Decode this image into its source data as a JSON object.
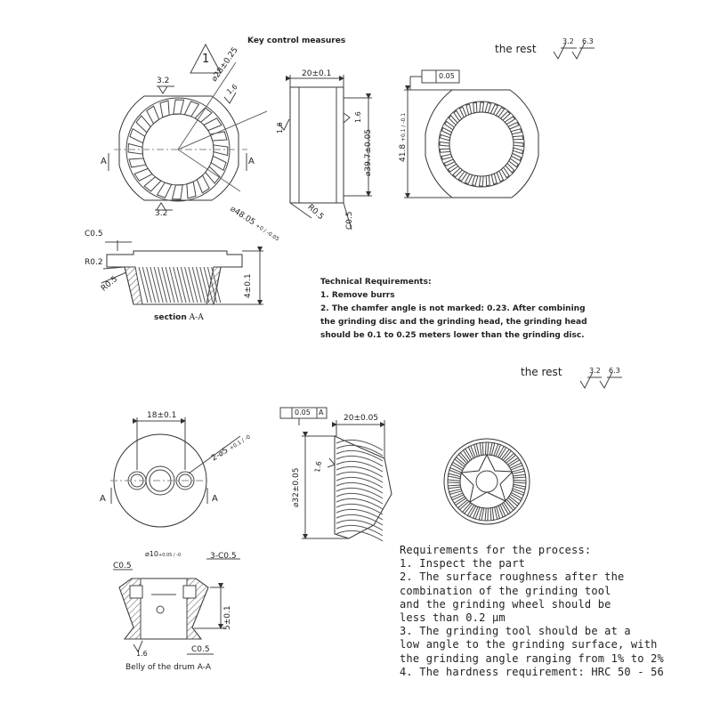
{
  "top": {
    "key_control_measures": "Key control measures",
    "triangle_mark": "1",
    "rest_label": "the rest",
    "rest_roughness_a": "3.2",
    "rest_roughness_b": "6.3",
    "dims": {
      "dia28": "⌀28±0.25",
      "r16a": "1.6",
      "r32top": "3.2",
      "r32bottom": "3.2",
      "sectionA_left": "A",
      "sectionA_right": "A",
      "dia48": "⌀48.05",
      "dia48_tol": "+0 / -0.05",
      "w20": "20±0.1",
      "r16side": "1.6",
      "r16right": "1.6",
      "dia397": "⌀39.7±0.05",
      "r05": "R0.5",
      "c05v": "C0.5",
      "flatness": "0.05",
      "h418": "41.8",
      "h418_tol": "+0.1 / -0.1"
    },
    "section": {
      "c05": "C0.5",
      "r02": "R0.2",
      "r05": "R0.5",
      "h4": "4±0.1",
      "label_prefix": "section",
      "label": "A-A"
    },
    "tech": {
      "title": "Technical Requirements:",
      "lines": [
        "1. Remove burrs",
        "2. The chamfer angle is not marked: 0.23. After combining",
        "the grinding disc and the grinding head, the grinding head",
        "should be 0.1 to 0.25 meters lower than the grinding disc."
      ]
    }
  },
  "bottom": {
    "rest_label": "the rest",
    "rest_roughness_a": "3.2",
    "rest_roughness_b": "6.3",
    "dims": {
      "w18": "18±0.1",
      "holes": "2-⌀5",
      "holes_tol": "+0.1 / -0",
      "sectA_left": "A",
      "sectA_right": "A",
      "fcf_val": "0.05",
      "fcf_ref": "A",
      "w20": "20±0.05",
      "dia32": "⌀32±0.05",
      "r16": "1.6",
      "dia10": "⌀10",
      "dia10_tol": "+0.05 / -0",
      "c05a": "C0.5",
      "c05b": "3-C0.5",
      "h5": "5±0.1",
      "c05c": "C0.5",
      "r16b": "1.6"
    },
    "section_label": "Belly of the drum A-A",
    "requirements": {
      "title": "Requirements for the process:",
      "lines": [
        "1. Inspect the part",
        "2. The surface roughness after the",
        "combination of the grinding tool",
        "and the grinding wheel should be",
        "less than 0.2 μm",
        "3. The grinding tool should be at a",
        "low angle to the grinding surface, with",
        "the grinding angle ranging from 1% to 2%",
        "4. The hardness requirement: HRC 50 - 56"
      ]
    }
  }
}
